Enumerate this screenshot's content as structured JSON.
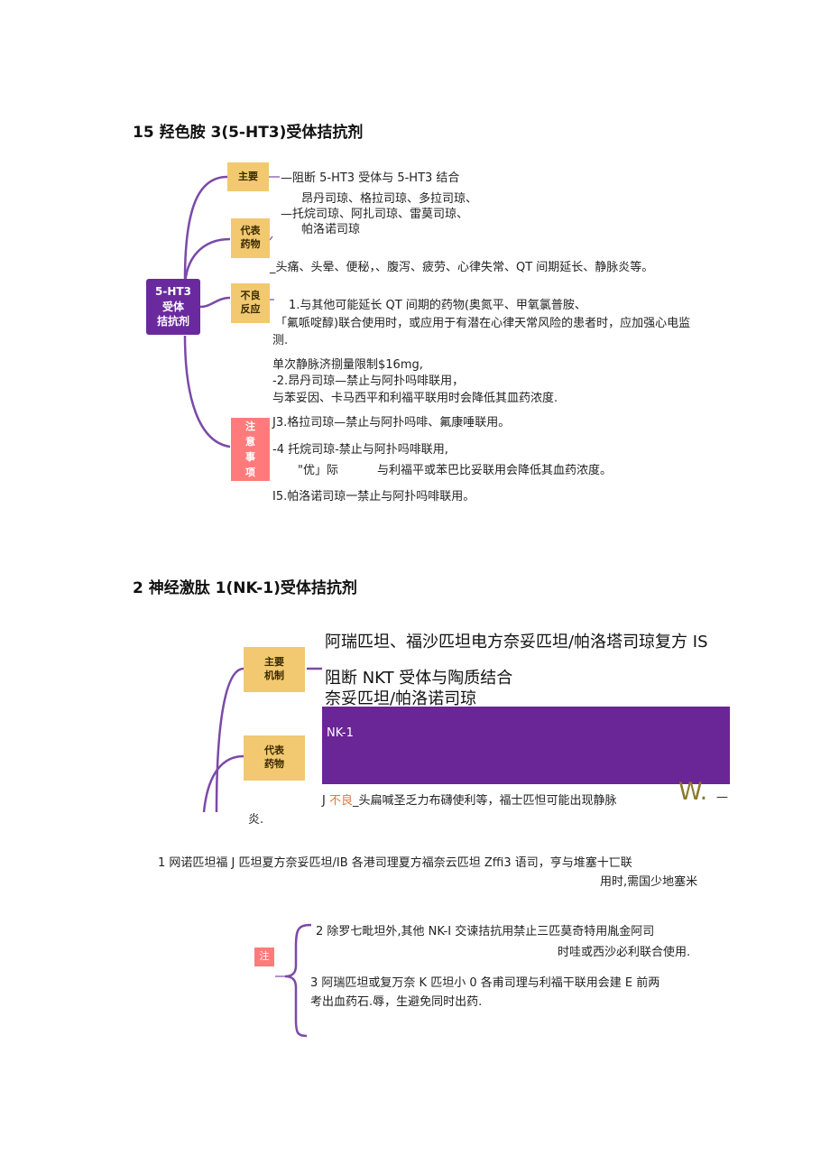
{
  "section1": {
    "title": "15 羟色胺 3(5-HT3)受体拮抗剂",
    "center": [
      "5-HT3",
      "受体",
      "拮抗剂"
    ],
    "tags": {
      "mechanism": [
        "主要"
      ],
      "drugs": [
        "代表",
        "药物"
      ],
      "adverse": [
        "不良",
        "反应"
      ],
      "notes": [
        "注",
        "意",
        "事",
        "项"
      ]
    },
    "mechanism_text": "—阻断 5-HT3 受体与 5-HT3 结合",
    "drug_lines": [
      "昂丹司琼、格拉司琼、多拉司琼、",
      "—托烷司琼、阿扎司琼、雷莫司琼、",
      "帕洛诺司琼"
    ],
    "adverse_text": "_头痛、头晕、便秘，、腹泻、疲劳、心律失常、QT 间期延长、静脉炎等。",
    "note_lines": [
      "1.与其他可能延长 QT 间期的药物(奥氮平、甲氧氯普胺、",
      "「氟哌啶醇)联合使用时，或应用于有潜在心律天常风险的患者时，应加强心电监",
      "测.",
      "单次静脉济捌量限制$16mg,",
      "-2.昂丹司琼—禁止与阿扑吗啡联用，",
      "与苯妥因、卡马西平和利福平联用时会降低其皿药浓度.",
      "J3.格拉司琼—禁止与阿扑吗啡、氟康唾联用。",
      "-4 托烷司琼-禁止与阿扑吗啡联用,",
      "\"优」际",
      "与利福平或苯巴比妥联用会降低其血药浓度。",
      "I5.帕洛诺司琼一禁止与阿扑吗啡联用。"
    ]
  },
  "section2": {
    "title": "2 神经激肽 1(NK-1)受体拮抗剂",
    "tags": {
      "mechanism": [
        "主要",
        "机制"
      ],
      "drugs": [
        "代表",
        "药物"
      ],
      "notes": [
        "注"
      ]
    },
    "drugs_big": "阿瑞匹坦、福沙匹坦电方奈妥匹坦/帕洛塔司琼复方 IS",
    "mechanism_big": "阻断 NKT 受体与陶质结合",
    "combo_big": "奈妥匹坦/帕洛诺司琼",
    "bar_label": "NK-1",
    "adverse_prefix": "J",
    "adverse_label": "不良",
    "adverse_text": "_头扁喊圣乏力布礴使利等，福士匹怛可能出现静脉",
    "adverse_tail": "W.",
    "adverse_dash": "—",
    "adverse_cont": "炎.",
    "note1_a": "1 网诺匹坦福 J 匹坦夏方奈妥匹坦/IB 各港司理夏方福奈云匹坦 Zffi3 语司，亨与堆塞十匸联",
    "note1_b": "用时,需国少地塞米",
    "note2_a": "2 除罗七毗坦外,其他 NK-I 交谏拮抗用禁止三匹莫奇特用胤金阿司",
    "note2_b": "时哇或西沙必利联合使用.",
    "note3_a": "3 阿瑞匹坦或复万奈 K 匹坦小 0 各甫司理与利福干联用会建 E 前两",
    "note3_b": "考出血药石.辱，生避免同时出药."
  },
  "colors": {
    "purple": "#6a2a9e",
    "yellow": "#f2c970",
    "pink": "#ff7b7b",
    "olive": "#8a7a2a"
  }
}
